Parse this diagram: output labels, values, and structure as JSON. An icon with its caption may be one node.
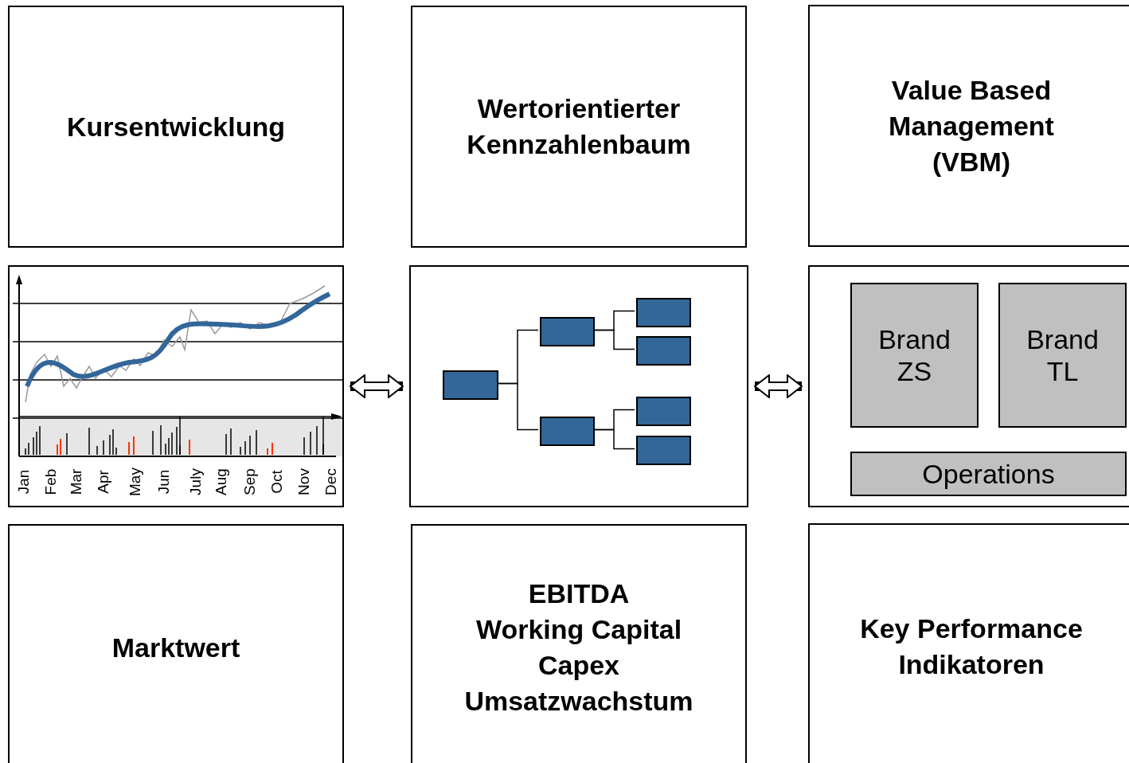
{
  "diagram": {
    "nodes": [
      {
        "text": [
          "Kursentwicklung"
        ]
      },
      {
        "text": [
          "Wertorientierter Kennzahlenbaum"
        ]
      },
      {
        "text": [
          "Value Based Management (VBM)"
        ]
      },
      {
        "text": [],
        "shape": "box"
      },
      {
        "text": [],
        "shape": "box"
      },
      {
        "text": [],
        "shape": "box",
        "in": 4
      },
      {
        "text": [],
        "shape": "box",
        "in": 4
      },
      {
        "text": [],
        "shape": "box",
        "in": 4
      },
      {
        "text": [],
        "shape": "box",
        "in": 4
      },
      {
        "text": [],
        "shape": "box",
        "in": 4
      },
      {
        "text": [],
        "shape": "box",
        "in": 4
      },
      {
        "text": [],
        "shape": "box",
        "in": 4
      },
      {
        "text": [],
        "shape": "box"
      },
      {
        "text": [
          "Brand ZS"
        ],
        "in": 12
      },
      {
        "text": [
          "Brand TL"
        ],
        "in": 12
      },
      {
        "text": [
          "Operations"
        ],
        "in": 12
      },
      {
        "text": [
          "Marktwert"
        ]
      },
      {
        "text": [
          "EBITDA",
          "Working Capital",
          "Capex",
          "Umsatzwachstum"
        ]
      },
      {
        "text": [
          "Key Performance Indikatoren"
        ]
      }
    ],
    "edges": [
      {
        "from": 3,
        "to": 4,
        "arrow": "both",
        "style": "thick"
      },
      {
        "from": 4,
        "to": 12,
        "arrow": "both",
        "style": "thick"
      },
      {
        "from": 5,
        "to": 6,
        "arrow": "none"
      },
      {
        "from": 5,
        "to": 9,
        "arrow": "none"
      },
      {
        "from": 6,
        "to": 7,
        "arrow": "none"
      },
      {
        "from": 6,
        "to": 8,
        "arrow": "none"
      },
      {
        "from": 9,
        "to": 10,
        "arrow": "none"
      },
      {
        "from": 9,
        "to": 11,
        "arrow": "none"
      }
    ],
    "labels": [
      "Jan",
      "Feb",
      "Mar",
      "Apr",
      "May",
      "Jun",
      "July",
      "Aug",
      "Sep",
      "Oct",
      "Nov",
      "Dec"
    ]
  }
}
